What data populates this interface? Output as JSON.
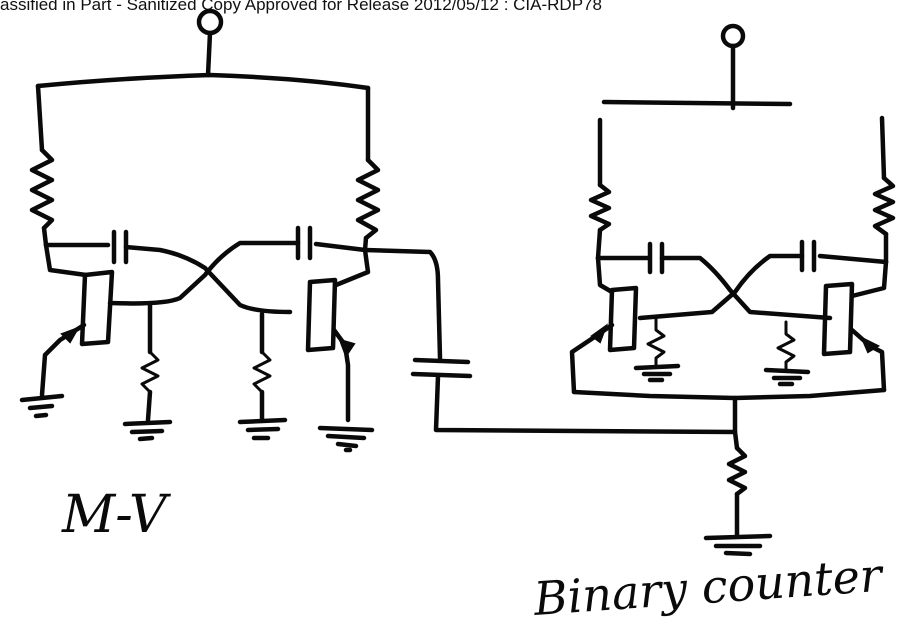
{
  "header": {
    "stamp_text": "assified in Part - Sanitized Copy Approved for Release 2012/05/12 : CIA-RDP78"
  },
  "diagram": {
    "left_label": "M-V",
    "right_label": "Binary counter"
  }
}
